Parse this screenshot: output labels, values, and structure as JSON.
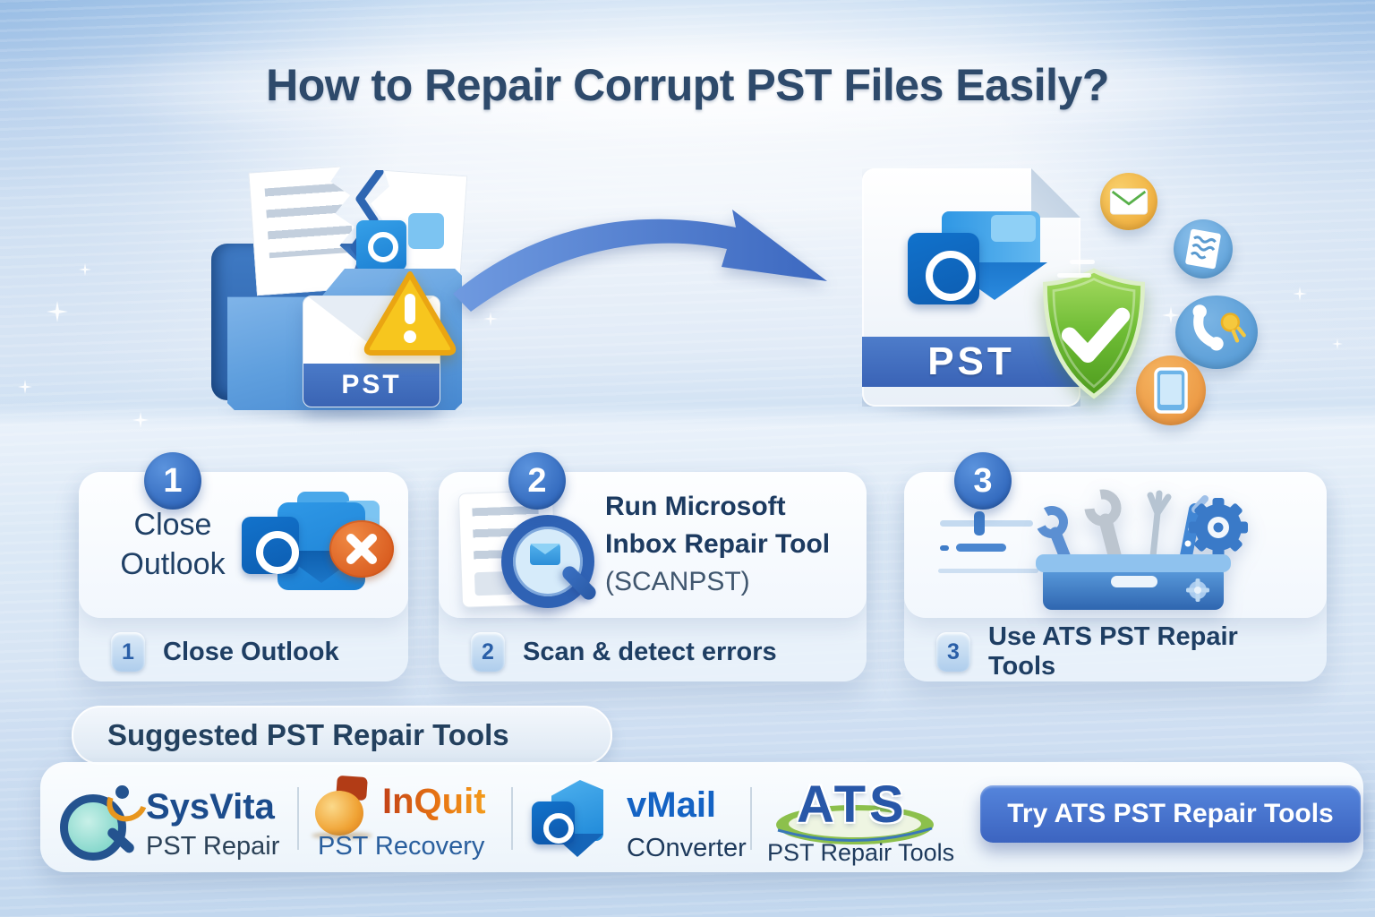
{
  "title": "How to Repair Corrupt PST Files Easily?",
  "hero": {
    "before_label": "PST",
    "after_label": "PST",
    "icons": [
      "broken-pst-folder-icon",
      "torn-document-icon",
      "outlook-icon",
      "warning-icon",
      "arrow-icon",
      "repaired-pst-file-icon",
      "shield-check-icon",
      "mail-icon",
      "notes-icon",
      "phone-icon",
      "device-icon"
    ]
  },
  "steps": [
    {
      "number": "1",
      "title": "Close Outlook",
      "icon": "outlook-close-icon",
      "caption_number": "1",
      "caption": "Close Outlook"
    },
    {
      "number": "2",
      "title_lines": [
        "Run Microsoft",
        "Inbox Repair Tool",
        "(SCANPST)"
      ],
      "icon": "scan-document-icon",
      "caption_number": "2",
      "caption": "Scan & detect errors"
    },
    {
      "number": "3",
      "icon": "toolbox-icon",
      "caption_number": "3",
      "caption": "Use ATS PST Repair Tools"
    }
  ],
  "suggested_tools": {
    "heading": "Suggested PST Repair Tools",
    "tools": [
      {
        "name": "SysVita",
        "tagline": "PST Repair",
        "icon": "magnifier-swirl-icon"
      },
      {
        "name": "InQuit",
        "tagline": "PST Recovery",
        "icon": "orange-swirl-icon"
      },
      {
        "name": "vMail",
        "tagline": "COnverter",
        "icon": "outlook-cube-icon"
      },
      {
        "name": "ATS",
        "tagline": "PST Repair Tools",
        "icon": "green-ellipse-icon"
      }
    ],
    "cta_label": "Try ATS PST Repair Tools"
  },
  "colors": {
    "title_navy": "#2e4a6b",
    "accent_blue": "#3c78c8",
    "badge_blue": "#3d7bcd",
    "warning_yellow": "#f6c31c",
    "success_green": "#5aa628",
    "danger_orange": "#e06128",
    "cta_blue": "#4a74cc"
  }
}
